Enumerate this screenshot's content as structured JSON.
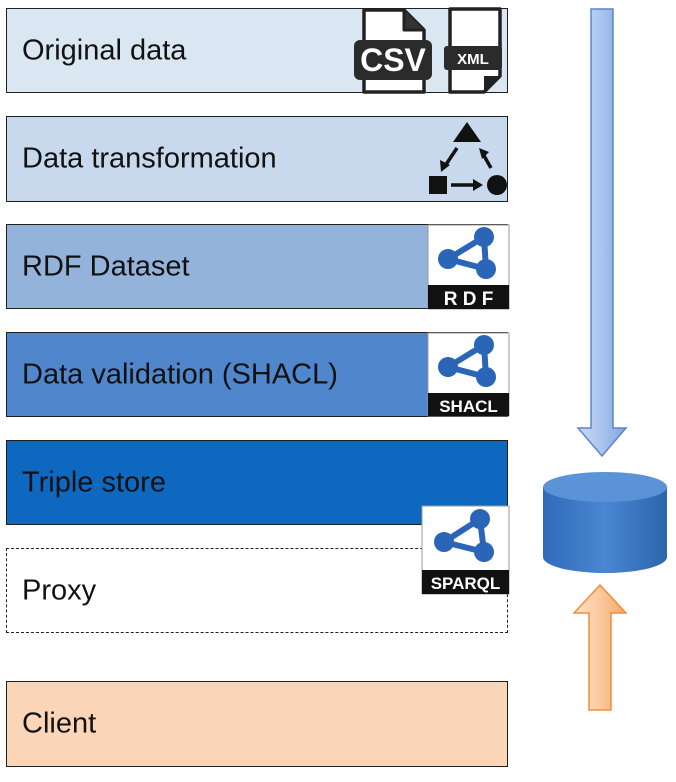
{
  "layers": [
    {
      "id": "orig",
      "label": "Original data"
    },
    {
      "id": "trans",
      "label": "Data transformation"
    },
    {
      "id": "rdf",
      "label": "RDF Dataset"
    },
    {
      "id": "valid",
      "label": "Data validation (SHACL)"
    },
    {
      "id": "store",
      "label": "Triple store"
    },
    {
      "id": "proxy",
      "label": "Proxy"
    },
    {
      "id": "client",
      "label": "Client"
    }
  ],
  "icons": {
    "csv": "CSV",
    "xml": "XML",
    "rdf": "R D F",
    "shacl": "SHACL",
    "sparql": "SPARQL"
  },
  "colors": {
    "down_arrow": "#a9c4ee",
    "up_arrow": "#fbc9a0",
    "database": "#3a78c8",
    "logo_blue": "#2a65b7"
  }
}
